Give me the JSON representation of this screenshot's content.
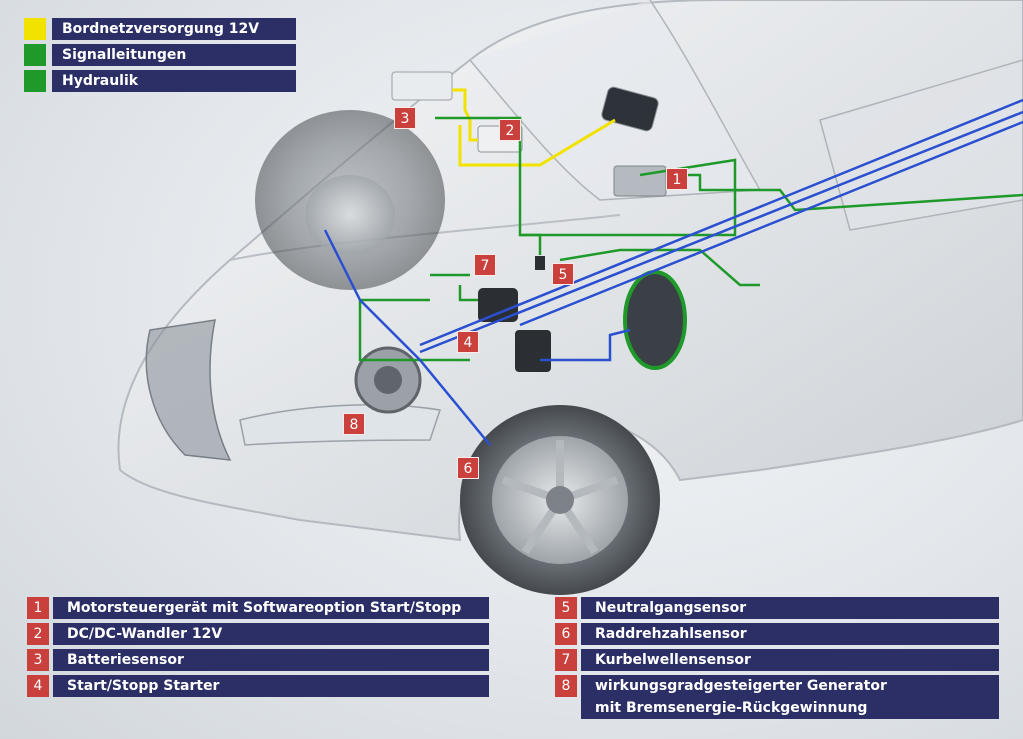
{
  "legend": [
    {
      "label": "Bordnetzversorgung 12V",
      "color": "#f2e200"
    },
    {
      "label": "Signalleitungen",
      "color": "#1f9a2a"
    },
    {
      "label": "Hydraulik",
      "color": "#1f9a2a"
    }
  ],
  "callouts": [
    "1",
    "2",
    "3",
    "4",
    "5",
    "6",
    "7",
    "8"
  ],
  "parts_left": [
    {
      "num": "1",
      "label": "Motorsteuergerät mit Softwareoption Start/Stopp"
    },
    {
      "num": "2",
      "label": "DC/DC-Wandler 12V"
    },
    {
      "num": "3",
      "label": "Batteriesensor"
    },
    {
      "num": "4",
      "label": "Start/Stopp Starter"
    }
  ],
  "parts_right": [
    {
      "num": "5",
      "label": "Neutralgangsensor"
    },
    {
      "num": "6",
      "label": "Raddrehzahlsensor"
    },
    {
      "num": "7",
      "label": "Kurbelwellensensor"
    },
    {
      "num": "8",
      "label": "wirkungsgradgesteigerter Generator\nmit Bremsenergie-Rückgewinnung"
    }
  ],
  "colors": {
    "wire_power": "#f2e200",
    "wire_signal": "#1f9a2a",
    "wire_hydraulic": "#2a4fd0",
    "callout": "#c9403c",
    "bar": "#2b2f66"
  }
}
